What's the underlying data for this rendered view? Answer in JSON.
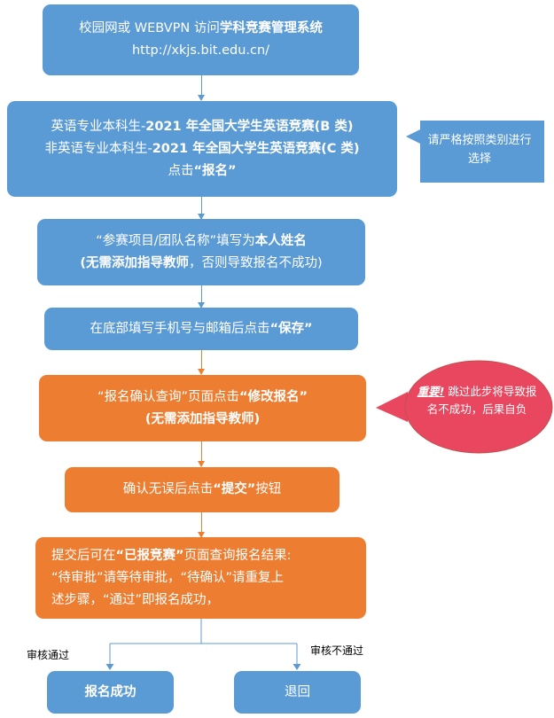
{
  "step1": {
    "prefix": "校园网或 WEBVPN 访问",
    "bold": "学科竞赛管理系统",
    "url": "http://xkjs.bit.edu.cn/"
  },
  "step2": {
    "line1_prefix": "英语专业本科生-",
    "line1_bold": "2021 年全国大学生英语竞赛(B 类)",
    "line2_prefix": "非英语专业本科生-",
    "line2_bold": "2021 年全国大学生英语竞赛(C 类)",
    "line3_prefix": "点击",
    "line3_bold": "“报名”"
  },
  "callout1": {
    "text": "请严格按照类别进行选择"
  },
  "step3": {
    "line1_prefix": "“参赛项目/团队名称”填写为",
    "line1_bold": "本人姓名",
    "line2_bold": "(无需添加指导教师",
    "line2_suffix": "，否则导致报名不成功)"
  },
  "step4": {
    "prefix": "在底部填写手机号与邮箱后点击",
    "bold": "“保存”"
  },
  "step5": {
    "line1_prefix": "“报名确认查询”页面点击",
    "line1_bold": "“修改报名”",
    "line2_bold": "(无需添加指导教师)"
  },
  "callout2": {
    "emph": "重要!",
    "text": " 跳过此步将导致报名不成功，后果自负"
  },
  "step6": {
    "prefix": "确认无误后点击",
    "bold": "“提交”",
    "suffix": "按钮"
  },
  "step7": {
    "line1_prefix": "提交后可在",
    "line1_bold": "“已报竞赛”",
    "line1_suffix": "页面查询报名结果:",
    "line2": "“待审批”请等待审批，“待确认”请重复上",
    "line3": "述步骤，“通过”即报名成功，"
  },
  "branch_left_label": "审核通过",
  "branch_right_label": "审核不通过",
  "result_success": "报名成功",
  "result_back": "退回",
  "colors": {
    "blue": "#5b9bd5",
    "orange": "#ed7d31",
    "callout_red": "#e8475f"
  }
}
